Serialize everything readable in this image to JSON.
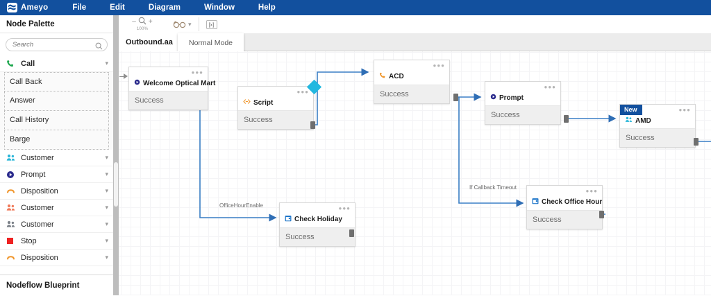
{
  "app": {
    "brand": "Ameyo",
    "logo_icon": "ameyo-wave-logo"
  },
  "menubar": {
    "items": [
      {
        "label": "File"
      },
      {
        "label": "Edit"
      },
      {
        "label": "Diagram"
      },
      {
        "label": "Window"
      },
      {
        "label": "Help"
      }
    ]
  },
  "sidebar": {
    "title": "Node Palette",
    "search": {
      "value": "",
      "placeholder": "Search",
      "icon": "search-icon"
    },
    "footer": "Nodeflow Blueprint",
    "groups": [
      {
        "label": "Call",
        "icon": "phone-icon",
        "icon_color": "#1aa64b",
        "expanded": true,
        "children": [
          {
            "label": "Call Back"
          },
          {
            "label": "Answer"
          },
          {
            "label": "Call History"
          },
          {
            "label": "Barge"
          }
        ]
      },
      {
        "label": "Customer",
        "icon": "people-icon",
        "icon_color": "#29b6d8",
        "expanded": false,
        "children": []
      },
      {
        "label": "Prompt",
        "icon": "prompt-icon",
        "icon_color": "#2a2a8c",
        "expanded": false,
        "children": []
      },
      {
        "label": "Disposition",
        "icon": "hangup-icon",
        "icon_color": "#f0962c",
        "expanded": false,
        "children": []
      },
      {
        "label": "Customer",
        "icon": "people-icon",
        "icon_color": "#f07a5a",
        "expanded": false,
        "children": []
      },
      {
        "label": "Customer",
        "icon": "people-icon",
        "icon_color": "#7c8289",
        "expanded": false,
        "children": []
      },
      {
        "label": "Stop",
        "icon": "stop-icon",
        "icon_color": "#ee2222",
        "expanded": false,
        "children": []
      },
      {
        "label": "Disposition",
        "icon": "hangup-icon",
        "icon_color": "#f0962c",
        "expanded": false,
        "children": []
      }
    ]
  },
  "toolbar": {
    "zoom": {
      "minus": "–",
      "plus": "+",
      "level": "100%",
      "icon": "magnifier-icon"
    },
    "view": {
      "icon": "glasses-icon",
      "caret": "▾"
    },
    "expression": {
      "label": "[x]",
      "icon": "expression-icon"
    }
  },
  "tabbar": {
    "tabs": [
      {
        "label": "Outbound.aa",
        "active": true
      }
    ],
    "mode_popover": "Normal Mode"
  },
  "canvas": {
    "nodes": [
      {
        "id": "welcome",
        "title": "Welcome Optical Mart",
        "status": "Success",
        "icon": "prompt-icon",
        "icon_color": "#2a2a8c",
        "badge": ""
      },
      {
        "id": "script",
        "title": "Script",
        "status": "Success",
        "icon": "script-icon",
        "icon_color": "#f0962c",
        "badge": ""
      },
      {
        "id": "acd",
        "title": "ACD",
        "status": "Success",
        "icon": "phone-icon",
        "icon_color": "#f0962c",
        "badge": ""
      },
      {
        "id": "prompt",
        "title": "Prompt",
        "status": "Success",
        "icon": "prompt-icon",
        "icon_color": "#2a2a8c",
        "badge": ""
      },
      {
        "id": "amd",
        "title": "AMD",
        "status": "Success",
        "icon": "people-icon",
        "icon_color": "#29b6d8",
        "badge": "New"
      },
      {
        "id": "holiday",
        "title": "Check Holiday",
        "status": "Success",
        "icon": "calendar-icon",
        "icon_color": "#1a73c8",
        "badge": ""
      },
      {
        "id": "office",
        "title": "Check Office Hour",
        "status": "Success",
        "icon": "calendar-icon",
        "icon_color": "#1a73c8",
        "badge": ""
      }
    ],
    "edge_labels": [
      {
        "id": "officehour",
        "text": "OfficeHourEnable"
      },
      {
        "id": "callback",
        "text": "If Callback Timeout"
      }
    ],
    "edge_color": "#3a7fc5",
    "marker": {
      "id": "script-marker",
      "shape": "diamond",
      "color": "#22b8e0"
    }
  }
}
